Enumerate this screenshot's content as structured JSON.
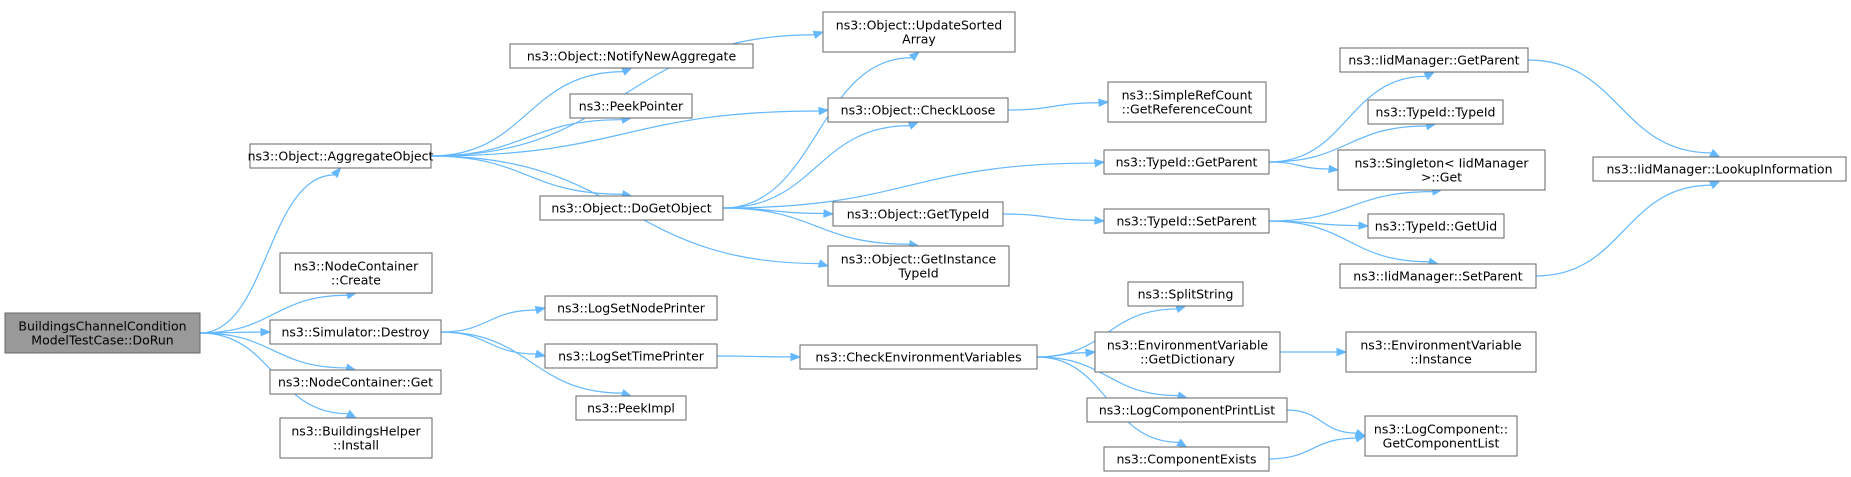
{
  "nodes": [
    {
      "id": "dorun",
      "lines": [
        "BuildingsChannelCondition",
        "ModelTestCase::DoRun"
      ],
      "root": true
    },
    {
      "id": "aggregate",
      "lines": [
        "ns3::Object::AggregateObject"
      ]
    },
    {
      "id": "nc_create",
      "lines": [
        "ns3::NodeContainer",
        "::Create"
      ]
    },
    {
      "id": "sim_destroy",
      "lines": [
        "ns3::Simulator::Destroy"
      ]
    },
    {
      "id": "nc_get",
      "lines": [
        "ns3::NodeContainer::Get"
      ]
    },
    {
      "id": "bh_install",
      "lines": [
        "ns3::BuildingsHelper",
        "::Install"
      ]
    },
    {
      "id": "notify",
      "lines": [
        "ns3::Object::NotifyNewAggregate"
      ]
    },
    {
      "id": "peekptr",
      "lines": [
        "ns3::PeekPointer"
      ]
    },
    {
      "id": "dogetobj",
      "lines": [
        "ns3::Object::DoGetObject"
      ]
    },
    {
      "id": "logsetnode",
      "lines": [
        "ns3::LogSetNodePrinter"
      ]
    },
    {
      "id": "logsettime",
      "lines": [
        "ns3::LogSetTimePrinter"
      ]
    },
    {
      "id": "peekimpl",
      "lines": [
        "ns3::PeekImpl"
      ]
    },
    {
      "id": "updsorted",
      "lines": [
        "ns3::Object::UpdateSorted",
        "Array"
      ]
    },
    {
      "id": "checkloose",
      "lines": [
        "ns3::Object::CheckLoose"
      ]
    },
    {
      "id": "gettypeid",
      "lines": [
        "ns3::Object::GetTypeId"
      ]
    },
    {
      "id": "getinst",
      "lines": [
        "ns3::Object::GetInstance",
        "TypeId"
      ]
    },
    {
      "id": "checkenv",
      "lines": [
        "ns3::CheckEnvironmentVariables"
      ]
    },
    {
      "id": "srcget",
      "lines": [
        "ns3::SimpleRefCount",
        "::GetReferenceCount"
      ]
    },
    {
      "id": "tid_getparent",
      "lines": [
        "ns3::TypeId::GetParent"
      ]
    },
    {
      "id": "tid_setparent",
      "lines": [
        "ns3::TypeId::SetParent"
      ]
    },
    {
      "id": "splitstring",
      "lines": [
        "ns3::SplitString"
      ]
    },
    {
      "id": "envdict",
      "lines": [
        "ns3::EnvironmentVariable",
        "::GetDictionary"
      ]
    },
    {
      "id": "logcomplist",
      "lines": [
        "ns3::LogComponentPrintList"
      ]
    },
    {
      "id": "compexists",
      "lines": [
        "ns3::ComponentExists"
      ]
    },
    {
      "id": "iid_getparent",
      "lines": [
        "ns3::IidManager::GetParent"
      ]
    },
    {
      "id": "tid_typeid",
      "lines": [
        "ns3::TypeId::TypeId"
      ]
    },
    {
      "id": "singleton",
      "lines": [
        "ns3::Singleton< IidManager",
        ">::Get"
      ]
    },
    {
      "id": "tid_getuid",
      "lines": [
        "ns3::TypeId::GetUid"
      ]
    },
    {
      "id": "iid_setparent",
      "lines": [
        "ns3::IidManager::SetParent"
      ]
    },
    {
      "id": "envinst",
      "lines": [
        "ns3::EnvironmentVariable",
        "::Instance"
      ]
    },
    {
      "id": "logcompget",
      "lines": [
        "ns3::LogComponent::",
        "GetComponentList"
      ]
    },
    {
      "id": "lookup",
      "lines": [
        "ns3::IidManager::LookupInformation"
      ]
    }
  ],
  "edges": [
    [
      "dorun",
      "aggregate"
    ],
    [
      "dorun",
      "nc_create"
    ],
    [
      "dorun",
      "sim_destroy"
    ],
    [
      "dorun",
      "nc_get"
    ],
    [
      "dorun",
      "bh_install"
    ],
    [
      "aggregate",
      "updsorted"
    ],
    [
      "aggregate",
      "notify"
    ],
    [
      "aggregate",
      "peekptr"
    ],
    [
      "aggregate",
      "checkloose"
    ],
    [
      "aggregate",
      "dogetobj"
    ],
    [
      "aggregate",
      "getinst"
    ],
    [
      "sim_destroy",
      "logsetnode"
    ],
    [
      "sim_destroy",
      "logsettime"
    ],
    [
      "sim_destroy",
      "peekimpl"
    ],
    [
      "dogetobj",
      "updsorted"
    ],
    [
      "dogetobj",
      "checkloose"
    ],
    [
      "dogetobj",
      "tid_getparent"
    ],
    [
      "dogetobj",
      "gettypeid"
    ],
    [
      "dogetobj",
      "getinst"
    ],
    [
      "logsettime",
      "checkenv"
    ],
    [
      "checkloose",
      "srcget"
    ],
    [
      "gettypeid",
      "tid_setparent"
    ],
    [
      "checkenv",
      "splitstring"
    ],
    [
      "checkenv",
      "envdict"
    ],
    [
      "checkenv",
      "logcomplist"
    ],
    [
      "checkenv",
      "compexists"
    ],
    [
      "tid_getparent",
      "iid_getparent"
    ],
    [
      "tid_getparent",
      "tid_typeid"
    ],
    [
      "tid_getparent",
      "singleton"
    ],
    [
      "tid_setparent",
      "singleton"
    ],
    [
      "tid_setparent",
      "tid_getuid"
    ],
    [
      "tid_setparent",
      "iid_setparent"
    ],
    [
      "envdict",
      "envinst"
    ],
    [
      "logcomplist",
      "logcompget"
    ],
    [
      "compexists",
      "logcompget"
    ],
    [
      "iid_getparent",
      "lookup"
    ],
    [
      "iid_setparent",
      "lookup"
    ]
  ]
}
